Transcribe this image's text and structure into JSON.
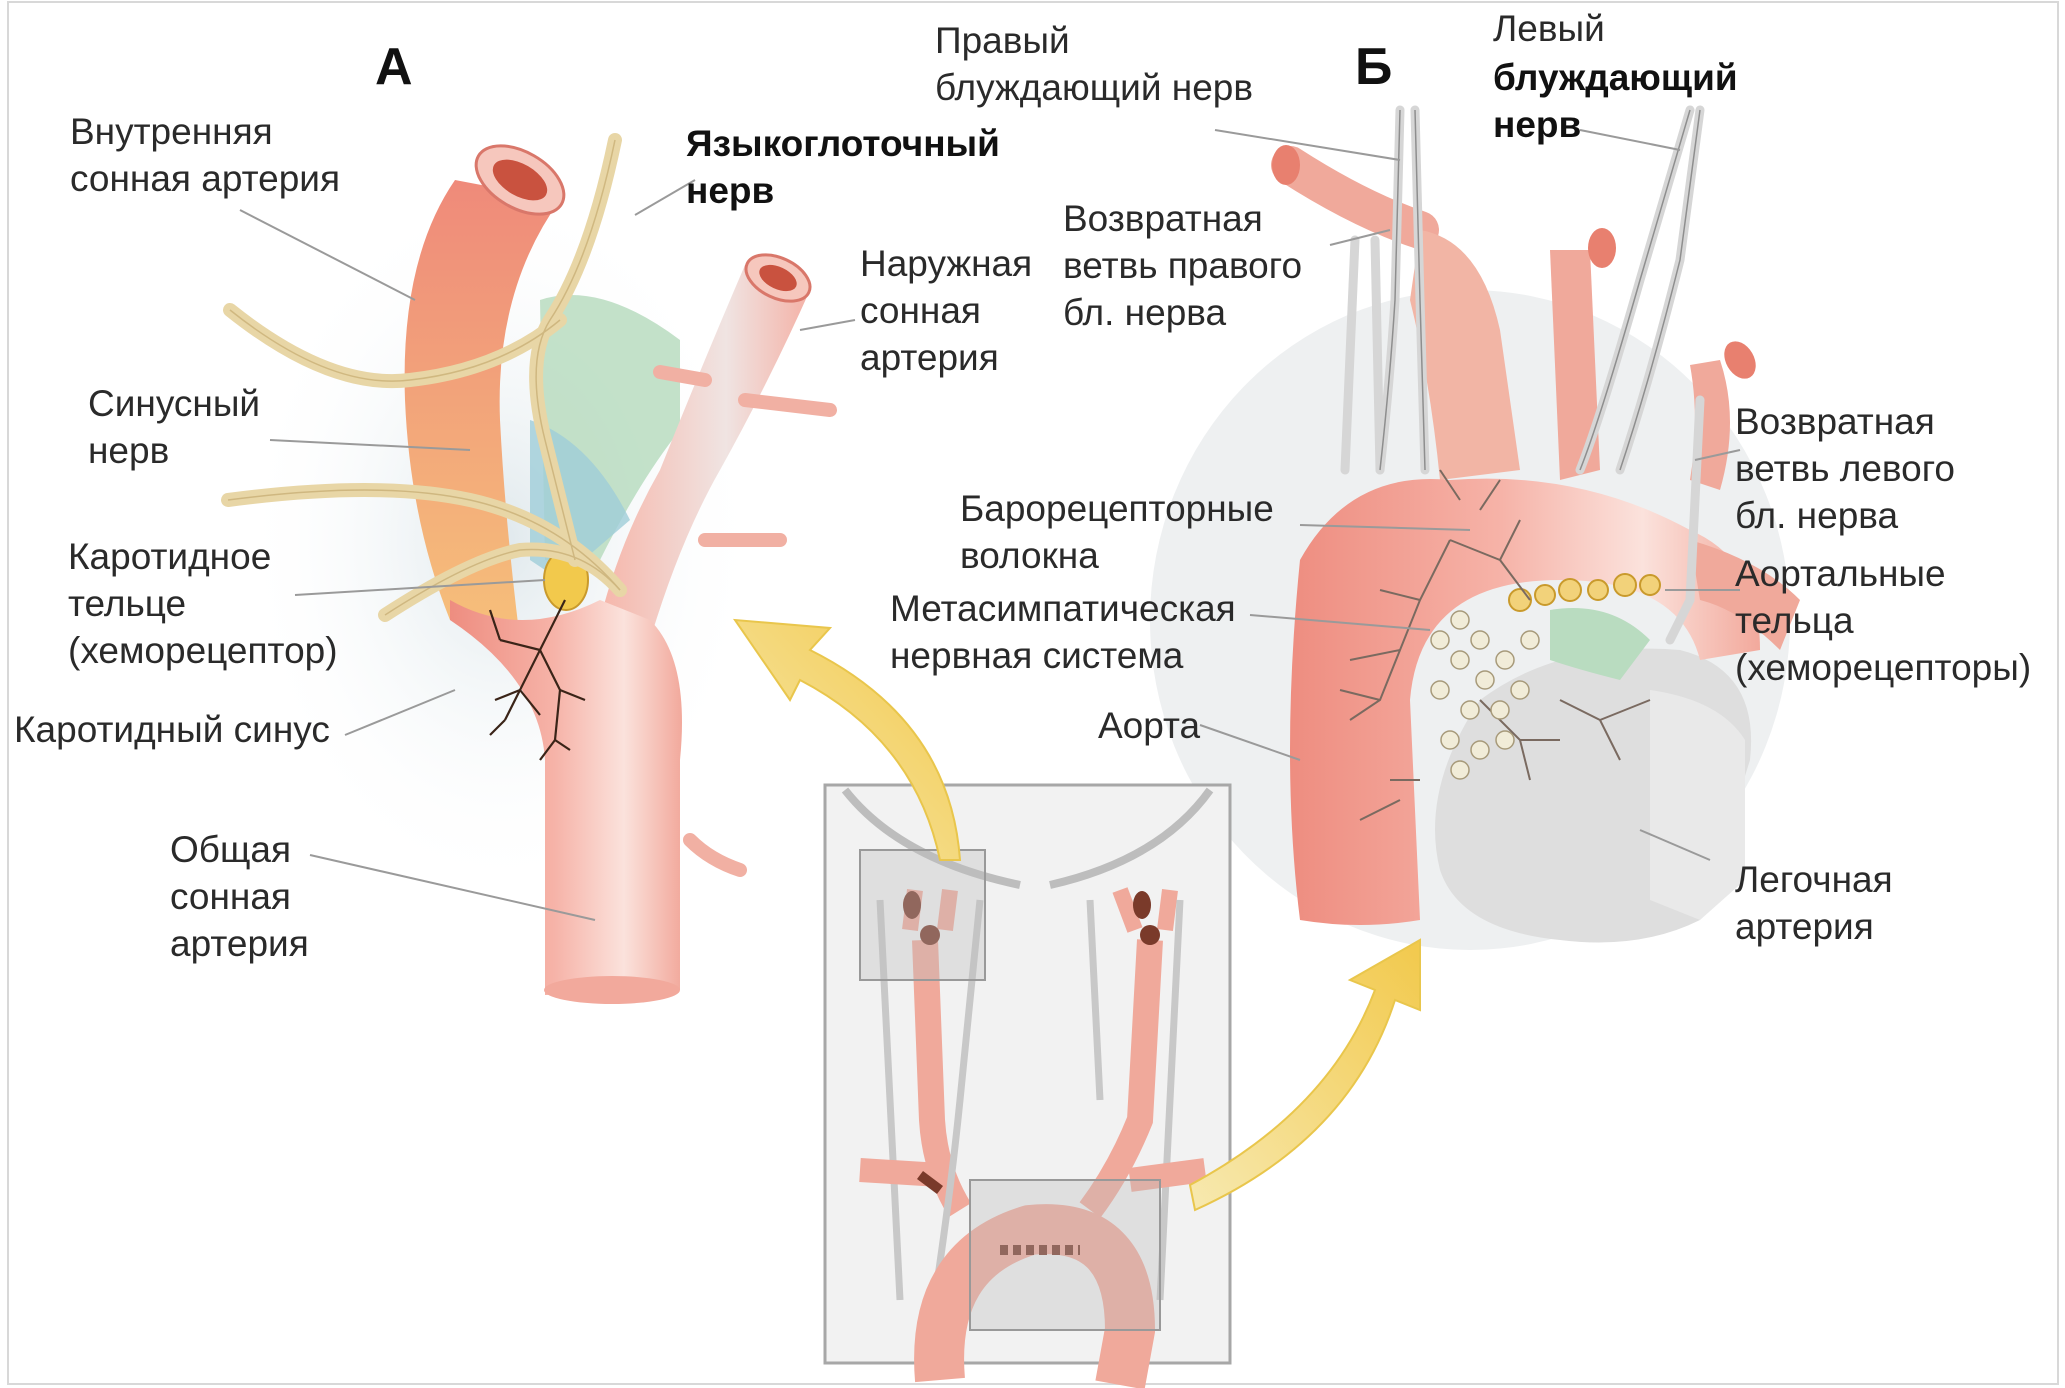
{
  "panels": {
    "a": {
      "letter": "А"
    },
    "b": {
      "letter": "Б"
    }
  },
  "labels_a": {
    "internal_carotid": "Внутренняя\nсонная артерия",
    "glossopharyngeal": "Языкоглоточный\nнерв",
    "external_carotid": "Наружная\nсонная\nартерия",
    "sinus_nerve": "Синусный\nнерв",
    "carotid_body": "Каротидное\nтельце\n(хеморецептор)",
    "carotid_sinus": "Каротидный синус",
    "common_carotid": "Общая\nсонная\nартерия"
  },
  "labels_b": {
    "right_vagus": "Правый\nблуждающий нерв",
    "left_vagus_1": "Левый",
    "left_vagus_2": "блуждающий\nнерв",
    "right_recurrent": "Возвратная\nветвь правого\nбл. нерва",
    "left_recurrent": "Возвратная\nветвь левого\nбл. нерва",
    "baroreceptor": "Барорецепторные\nволокна",
    "metasympathetic": "Метасимпатическая\nнервная система",
    "aortic_bodies": "Аортальные\nтельца\n(хеморецепторы)",
    "aorta": "Аорта",
    "pulmonary": "Легочная\nартерия"
  },
  "colors": {
    "artery": "#f2a99c",
    "artery_dark": "#e8806f",
    "nerve": "#e8d6a6",
    "nerve_gray": "#c9c9c9",
    "arrow": "#f4d667",
    "green": "#b9dcc0",
    "blue": "#9fcdd8",
    "leader": "#9a9a9a"
  }
}
